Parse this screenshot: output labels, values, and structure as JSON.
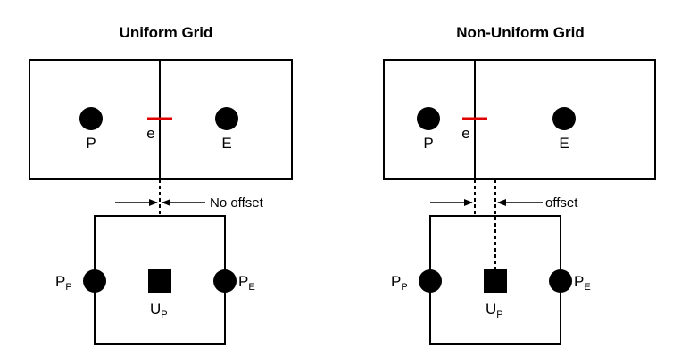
{
  "colors": {
    "line": "#000000",
    "face_marker": "#e00000",
    "background": "#ffffff"
  },
  "left": {
    "title": "Uniform Grid",
    "node_p": "P",
    "node_e": "E",
    "face_label": "e",
    "offset_label": "No offset",
    "pressure_left": {
      "base": "P",
      "sub": "P"
    },
    "pressure_right": {
      "base": "P",
      "sub": "E"
    },
    "velocity": {
      "base": "U",
      "sub": "P"
    }
  },
  "right": {
    "title": "Non-Uniform Grid",
    "node_p": "P",
    "node_e": "E",
    "face_label": "e",
    "offset_label": "offset",
    "pressure_left": {
      "base": "P",
      "sub": "P"
    },
    "pressure_right": {
      "base": "P",
      "sub": "E"
    },
    "velocity": {
      "base": "U",
      "sub": "P"
    }
  }
}
